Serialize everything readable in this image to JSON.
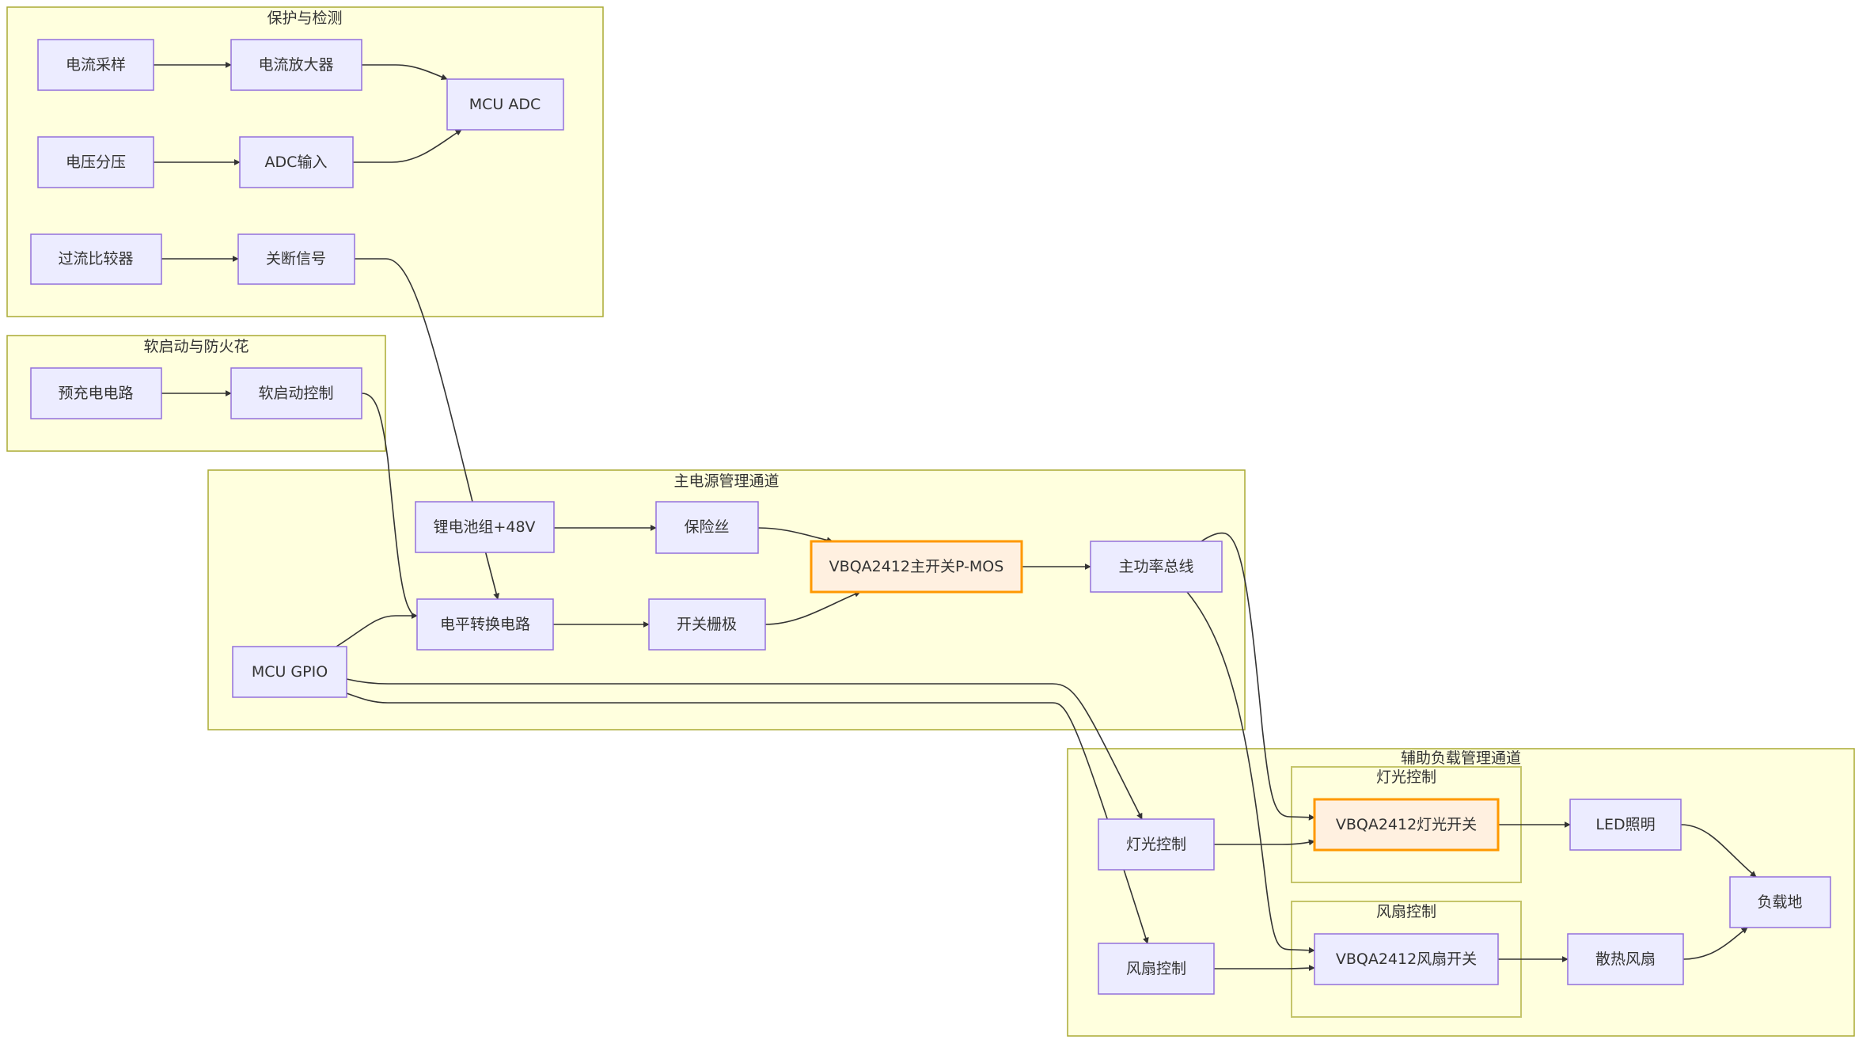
{
  "diagram": {
    "type": "flowchart",
    "groups": [
      {
        "id": "protection",
        "title": "保护与检测"
      },
      {
        "id": "softstart",
        "title": "软启动与防火花"
      },
      {
        "id": "main",
        "title": "主电源管理通道"
      },
      {
        "id": "aux",
        "title": "辅助负载管理通道"
      },
      {
        "id": "light",
        "title": "灯光控制"
      },
      {
        "id": "fan",
        "title": "风扇控制"
      }
    ],
    "nodes": {
      "cur_sample": "电流采样",
      "cur_amp": "电流放大器",
      "mcu_adc": "MCU ADC",
      "volt_div": "电压分压",
      "adc_in": "ADC输入",
      "oc_comp": "过流比较器",
      "shutdown": "关断信号",
      "precharge": "预充电电路",
      "softstart_ctrl": "软启动控制",
      "battery": "锂电池组+48V",
      "fuse": "保险丝",
      "main_pmos": "VBQA2412主开关P-MOS",
      "power_bus": "主功率总线",
      "level_shift": "电平转换电路",
      "gate": "开关栅极",
      "mcu_gpio": "MCU GPIO",
      "light_ctrl": "灯光控制",
      "fan_ctrl": "风扇控制",
      "light_sw": "VBQA2412灯光开关",
      "fan_sw": "VBQA2412风扇开关",
      "led": "LED照明",
      "cooling_fan": "散热风扇",
      "load_gnd": "负载地"
    },
    "edges": [
      [
        "cur_sample",
        "cur_amp"
      ],
      [
        "cur_amp",
        "mcu_adc"
      ],
      [
        "volt_div",
        "adc_in"
      ],
      [
        "adc_in",
        "mcu_adc"
      ],
      [
        "oc_comp",
        "shutdown"
      ],
      [
        "shutdown",
        "level_shift"
      ],
      [
        "precharge",
        "softstart_ctrl"
      ],
      [
        "softstart_ctrl",
        "level_shift"
      ],
      [
        "battery",
        "fuse"
      ],
      [
        "fuse",
        "main_pmos"
      ],
      [
        "battery",
        "level_shift"
      ],
      [
        "level_shift",
        "gate"
      ],
      [
        "gate",
        "main_pmos"
      ],
      [
        "mcu_gpio",
        "level_shift"
      ],
      [
        "main_pmos",
        "power_bus"
      ],
      [
        "mcu_gpio",
        "light_ctrl"
      ],
      [
        "mcu_gpio",
        "fan_ctrl"
      ],
      [
        "power_bus",
        "light_sw"
      ],
      [
        "power_bus",
        "fan_sw"
      ],
      [
        "light_ctrl",
        "light_sw"
      ],
      [
        "fan_ctrl",
        "fan_sw"
      ],
      [
        "light_sw",
        "led"
      ],
      [
        "fan_sw",
        "cooling_fan"
      ],
      [
        "led",
        "load_gnd"
      ],
      [
        "cooling_fan",
        "load_gnd"
      ]
    ],
    "highlighted_nodes": [
      "main_pmos",
      "light_sw"
    ],
    "colors": {
      "group_fill": "#ffffde",
      "group_stroke": "#aaaa33",
      "node_fill": "#ececff",
      "node_stroke": "#9370db",
      "highlight_fill": "#fff0e0",
      "highlight_stroke": "#ff9800",
      "edge": "#333333"
    }
  }
}
